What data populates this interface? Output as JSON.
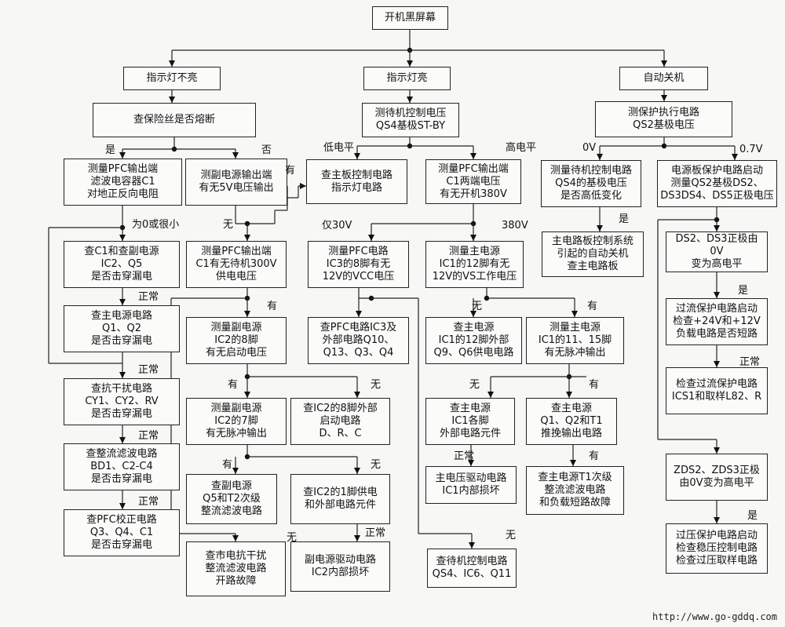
{
  "boxes": {
    "b_root": "开机黑屏幕",
    "b_a1": "指示灯不亮",
    "b_b1": "指示灯亮",
    "b_c1": "自动关机",
    "b_a2": "查保险丝是否熔断",
    "b_b2": "测待机控制电压\nQS4基极ST-BY",
    "b_c2": "测保护执行电路\nQS2基极电压",
    "b_a3": "测量PFC输出端\n滤波电容器C1\n对地正反向电阻",
    "b_a4": "测副电源输出端\n有无5V电压输出",
    "b_b3": "查主板控制电路\n指示灯电路",
    "b_b4": "测量PFC输出端\nC1两端电压\n有无开机380V",
    "b_c3": "测量待机控制电路\nQS4的基极电压\n是否高低变化",
    "b_c4": "电源板保护电路启动\n测量QS2基极DS2、\nDS3DS4、DS5正极电压",
    "b_a5": "查C1和查副电源\nIC2、Q5\n是否击穿漏电",
    "b_a6": "查主电源电路\nQ1、Q2\n是否击穿漏电",
    "b_a7": "查抗干扰电路\nCY1、CY2、RV\n是否击穿漏电",
    "b_a8": "查整流滤波电路\nBD1、C2-C4\n是否击穿漏电",
    "b_a9": "查PFC校正电路\nQ3、Q4、C1\n是否击穿漏电",
    "b_m1": "测量PFC输出端\nC1有无待机300V\n供电电压",
    "b_m2": "测量副电源\nIC2的8脚\n有无启动电压",
    "b_m3": "测量副电源\nIC2的7脚\n有无脉冲输出",
    "b_m4": "查IC2的8脚外部\n启动电路\nD、R、C",
    "b_m5": "查副电源\nQ5和T2次级\n整流滤波电路",
    "b_m6": "查IC2的1脚供电\n和外部电路元件",
    "b_m7": "查市电抗干扰\n整流滤波电路\n开路故障",
    "b_m8": "副电源驱动电路\nIC2内部损坏",
    "b_p1": "测量PFC电路\nIC3的8脚有无\n12V的VCC电压",
    "b_p2": "查PFC电路IC3及\n外部电路Q10、\nQ13、Q3、Q4",
    "b_s1": "测量主电源\nIC1的12脚有无\n12V的VS工作电压",
    "b_s2": "查主电源\nIC1的12脚外部\nQ9、Q6供电电路",
    "b_s3": "测量主电源\nIC1的11、15脚\n有无脉冲输出",
    "b_s4": "查主电源\nIC1各脚\n外部电路元件",
    "b_s5": "查主电源\nQ1、Q2和T1\n推挽输出电路",
    "b_s6": "主电压驱动电路\nIC1内部损坏",
    "b_s7": "查主电源T1次级\n整流滤波电路\n和负载短路故障",
    "b_s8": "查待机控制电路\nQS4、IC6、Q11",
    "b_c5": "主电路板控制系统\n引起的自动关机\n查主电路板",
    "b_c6": "DS2、DS3正极由0V\n变为高电平",
    "b_c7": "过流保护电路启动\n检查+24V和+12V\n负载电路是否短路",
    "b_c8": "检查过流保护电路\nICS1和取样L82、R",
    "b_c9": "ZDS2、ZDS3正极\n由0V变为高电平",
    "b_c10": "过压保护电路启动\n检查稳压控制电路\n检查过压取样电路"
  },
  "edge_labels": {
    "yes_1": "是",
    "no_1": "否",
    "has_1": "有",
    "zero_small": "为0或很小",
    "none_1": "无",
    "normal_1": "正常",
    "normal_2": "正常",
    "normal_3": "正常",
    "normal_4": "正常",
    "has_2": "有",
    "has_3": "有",
    "none_2": "无",
    "has_4": "有",
    "none_3": "无",
    "none_4": "无",
    "normal_5": "正常",
    "low_level": "低电平",
    "high_level": "高电平",
    "only_30v": "仅30V",
    "v380": "380V",
    "none_5": "无",
    "has_5": "有",
    "none_6": "无",
    "has_6": "有",
    "normal_6": "正常",
    "has_7": "有",
    "none_7": "无",
    "v0": "0V",
    "v07": "0.7V",
    "yes_2": "是",
    "yes_3": "是",
    "normal_7": "正常",
    "yes_4": "是"
  },
  "watermark": "http://www.go-gddq.com"
}
